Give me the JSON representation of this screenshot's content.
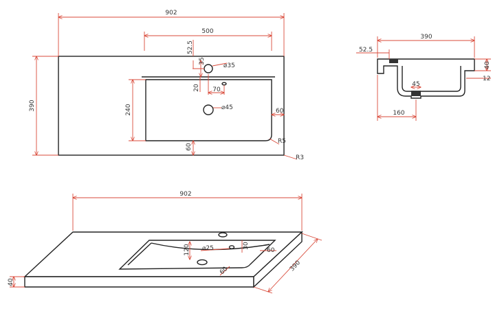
{
  "colors": {
    "dimension_line": "#d94a3a",
    "object_line": "#222222",
    "text": "#333333",
    "background": "#ffffff"
  },
  "top_view": {
    "overall_width": "902",
    "basin_width": "500",
    "depth": "390",
    "tap_offset": "52.5",
    "tap_spacing": "35",
    "tap_hole": "⌀35",
    "overflow_gap": "20",
    "overflow_width": "70",
    "basin_depth": "240",
    "drain_hole": "⌀45",
    "right_margin": "60",
    "front_margin": "60",
    "inner_radius": "R5",
    "outer_radius": "R3"
  },
  "section_view": {
    "width": "390",
    "lip": "52.5",
    "thickness": "40",
    "rim": "12",
    "drain_width": "45",
    "drain_offset": "160"
  },
  "iso_view": {
    "overall_width": "902",
    "depth": "390",
    "thickness": "40",
    "basin_depth": "120",
    "tap_hole": "⌀25",
    "overflow": "30",
    "side_margin": "60",
    "front_margin": "60"
  }
}
